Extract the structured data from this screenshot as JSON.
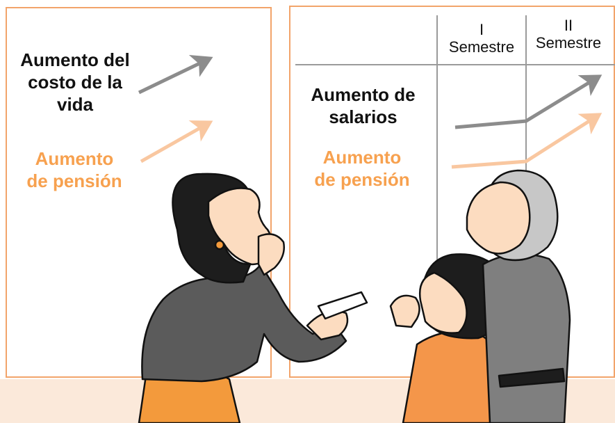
{
  "left_panel": {
    "cost_label": "Aumento del costo de la vida",
    "pension_label": "Aumento de pensión"
  },
  "right_panel": {
    "col1_number": "I",
    "col1_word": "Semestre",
    "col2_number": "II",
    "col2_word": "Semestre",
    "salary_label": "Aumento de salarios",
    "pension_label": "Aumento de pensión"
  },
  "colors": {
    "board_border": "#f2a46a",
    "gray_arrow": "#8c8c8c",
    "peach_arrow": "#f9c7a0",
    "orange_text": "#f7a14f",
    "floor": "#fbe9da"
  }
}
